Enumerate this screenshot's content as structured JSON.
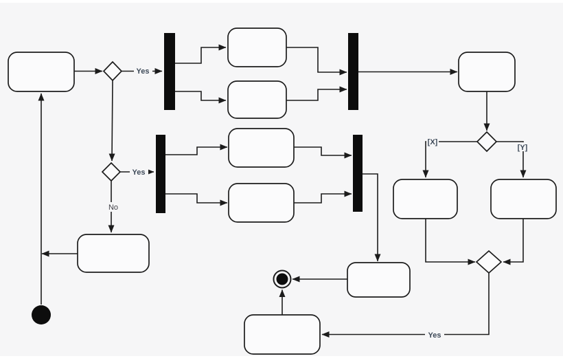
{
  "diagram": {
    "type": "uml-activity-diagram",
    "colors": {
      "background": "#f6f6f7",
      "node_fill": "#fbfbfc",
      "stroke": "#1c1c1c",
      "bar_fill": "#0d0d0d",
      "label": "#3e4a59",
      "label_muted": "#3f3f46"
    },
    "labels": {
      "decision1_yes": "Yes",
      "decision2_yes": "Yes",
      "decision2_no": "No",
      "guard_x": "[X]",
      "guard_y": "[Y]",
      "loop_yes": "Yes"
    },
    "nodes": [
      {
        "id": "initial-node",
        "type": "initial",
        "text": ""
      },
      {
        "id": "activity-start",
        "type": "activity",
        "text": ""
      },
      {
        "id": "decision-1",
        "type": "decision",
        "text": ""
      },
      {
        "id": "fork-bar-1",
        "type": "fork",
        "text": ""
      },
      {
        "id": "activity-parallel1-top",
        "type": "activity",
        "text": ""
      },
      {
        "id": "activity-parallel1-bottom",
        "type": "activity",
        "text": ""
      },
      {
        "id": "join-bar-1",
        "type": "join",
        "text": ""
      },
      {
        "id": "activity-after-join1",
        "type": "activity",
        "text": ""
      },
      {
        "id": "decision-xy",
        "type": "decision",
        "text": ""
      },
      {
        "id": "activity-branch-x",
        "type": "activity",
        "text": ""
      },
      {
        "id": "activity-branch-y",
        "type": "activity",
        "text": ""
      },
      {
        "id": "merge-diamond",
        "type": "merge",
        "text": ""
      },
      {
        "id": "decision-2",
        "type": "decision",
        "text": ""
      },
      {
        "id": "fork-bar-2",
        "type": "fork",
        "text": ""
      },
      {
        "id": "activity-parallel2-top",
        "type": "activity",
        "text": ""
      },
      {
        "id": "activity-parallel2-bottom",
        "type": "activity",
        "text": ""
      },
      {
        "id": "join-bar-2",
        "type": "join",
        "text": ""
      },
      {
        "id": "activity-no-branch",
        "type": "activity",
        "text": ""
      },
      {
        "id": "activity-pre-final",
        "type": "activity",
        "text": ""
      },
      {
        "id": "activity-loop-bottom",
        "type": "activity",
        "text": ""
      },
      {
        "id": "final-node",
        "type": "final",
        "text": ""
      }
    ]
  }
}
